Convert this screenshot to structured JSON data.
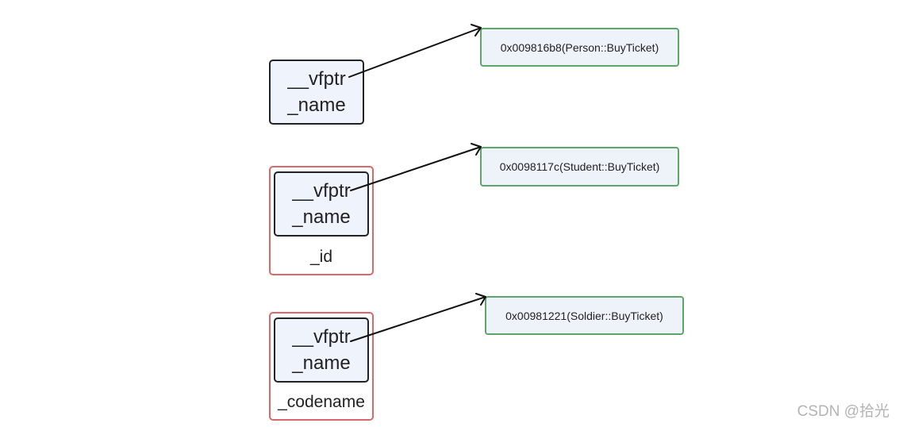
{
  "objects": [
    {
      "vfptr_label": "__vfptr",
      "name_label": "_name",
      "extra_field": ""
    },
    {
      "vfptr_label": "__vfptr",
      "name_label": "_name",
      "extra_field": "_id"
    },
    {
      "vfptr_label": "__vfptr",
      "name_label": "_name",
      "extra_field": "_codename"
    }
  ],
  "functions": [
    "0x009816b8(Person::BuyTicket)",
    "0x0098117c(Student::BuyTicket)",
    "0x00981221(Soldier::BuyTicket)"
  ],
  "watermark": "CSDN @拾光",
  "colors": {
    "object_fill": "#eef3fc",
    "object_border": "#222222",
    "derived_border": "#d9686a",
    "function_border": "#5ea56a",
    "arrow": "#111111"
  }
}
